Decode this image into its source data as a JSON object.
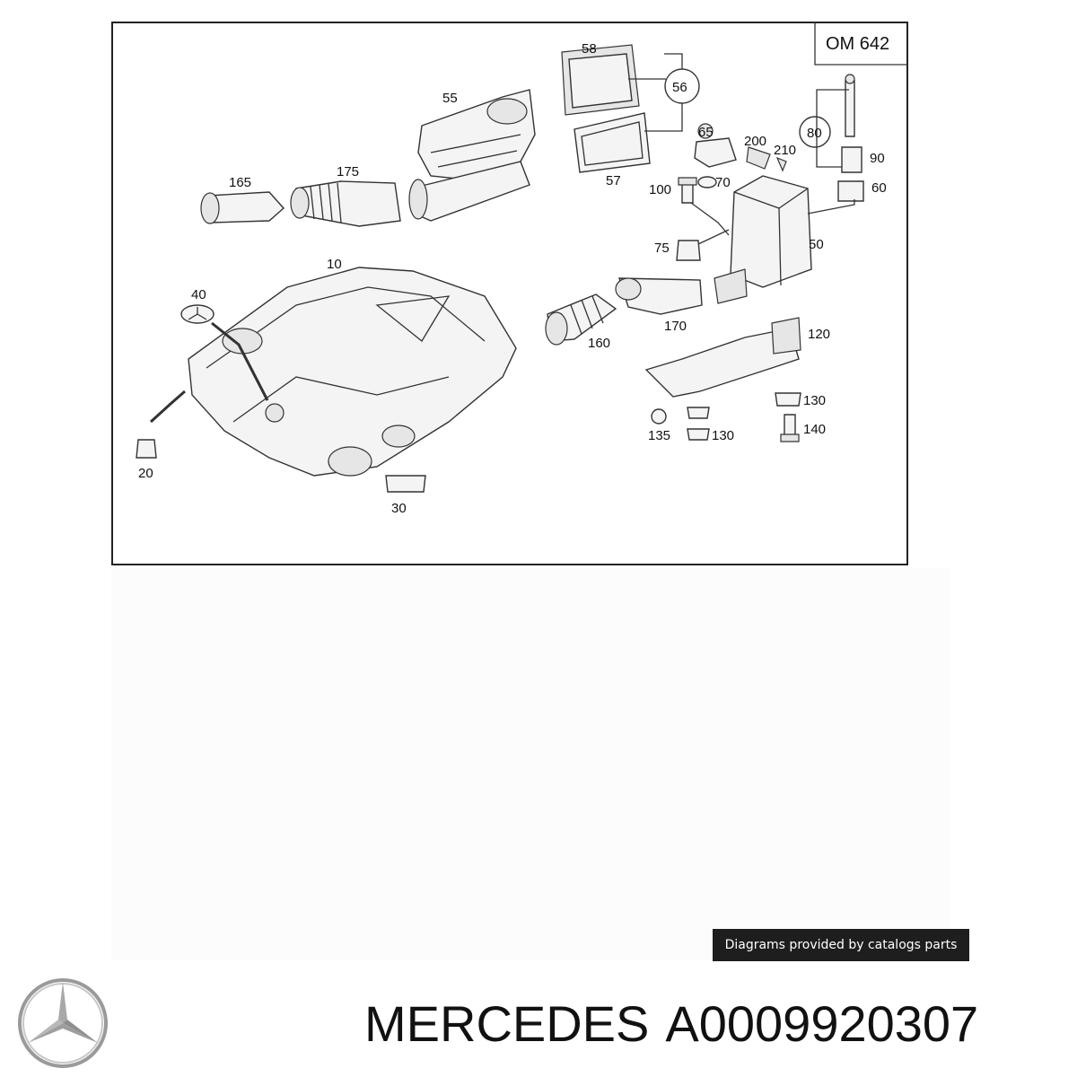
{
  "diagram": {
    "engine_code": "OM 642",
    "part_labels": {
      "p10": "10",
      "p20": "20",
      "p30": "30",
      "p40": "40",
      "p50": "50",
      "p55": "55",
      "p56": "56",
      "p57": "57",
      "p58": "58",
      "p60": "60",
      "p65": "65",
      "p70": "70",
      "p75": "75",
      "p80": "80",
      "p90": "90",
      "p100": "100",
      "p120": "120",
      "p130a": "130",
      "p130b": "130",
      "p135": "135",
      "p140": "140",
      "p160": "160",
      "p165": "165",
      "p170": "170",
      "p175": "175",
      "p200": "200",
      "p210": "210"
    }
  },
  "credit": {
    "text": "Diagrams provided by catalogs parts"
  },
  "product": {
    "brand": "MERCEDES",
    "part_number": "A0009920307"
  },
  "icons": {
    "brand_logo": "three-pointed-star-icon"
  }
}
